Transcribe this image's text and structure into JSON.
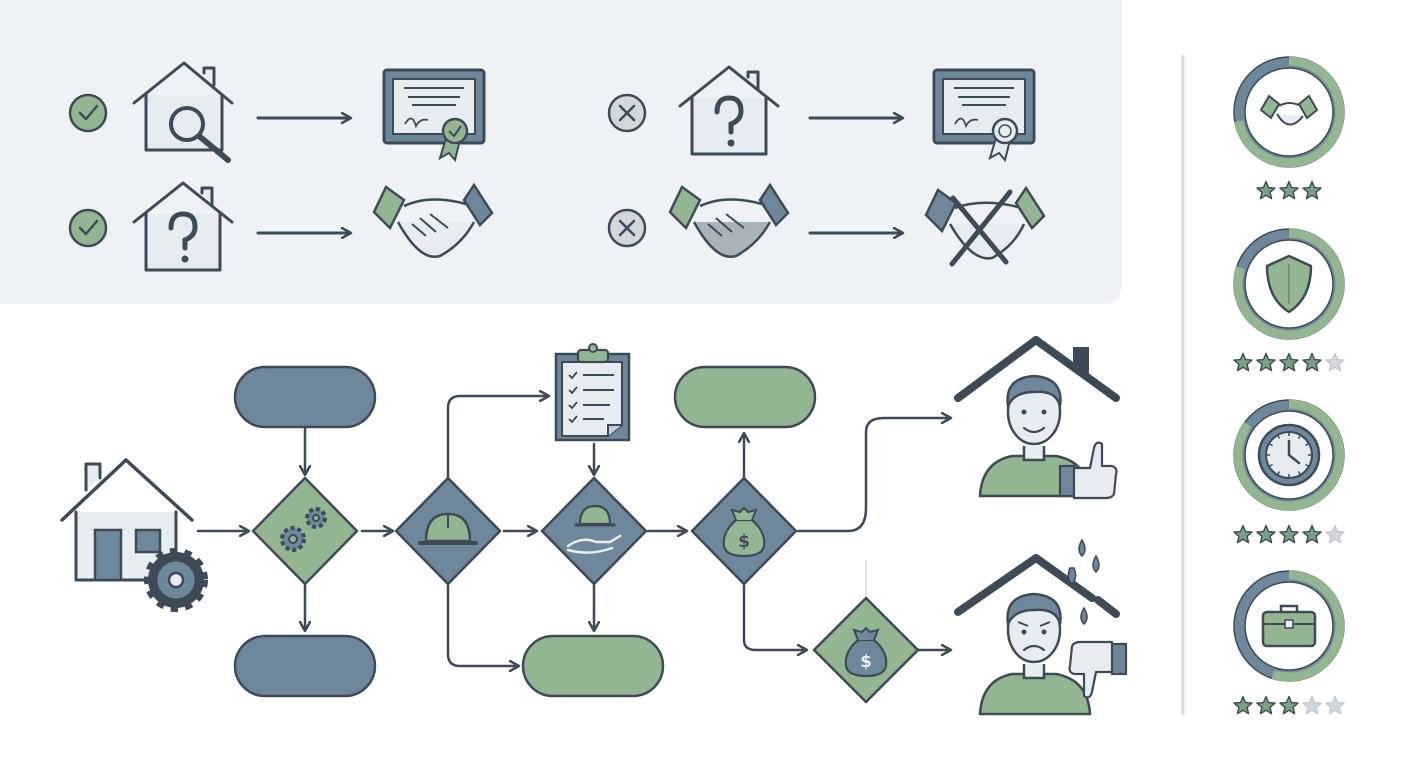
{
  "colors": {
    "ink": "#3f4a57",
    "slate": "#6f879b",
    "sage": "#94b592",
    "pale": "#e7ecf1",
    "panel": "#eff2f5",
    "star_on": "#7aa184",
    "star_off": "#d3d8dd"
  },
  "comparison": {
    "rows": [
      {
        "status": "check",
        "icon": "house-magnifier-icon",
        "result": "certificate-approved-icon"
      },
      {
        "status": "check",
        "icon": "house-question-icon",
        "result": "handshake-green-icon"
      },
      {
        "status": "cross",
        "icon": "house-question-icon",
        "result": "certificate-icon"
      },
      {
        "status": "cross",
        "icon": "handshake-grey-icon",
        "result": "broken-handshake-icon"
      }
    ]
  },
  "flow": {
    "nodes": [
      {
        "id": "start",
        "icon": "house-gear-icon"
      },
      {
        "id": "d1",
        "icon": "gears-icon",
        "fill": "sage"
      },
      {
        "id": "d2",
        "icon": "hard-hat-icon",
        "fill": "slate"
      },
      {
        "id": "d3",
        "icon": "hand-hard-hat-icon",
        "fill": "slate"
      },
      {
        "id": "d4",
        "icon": "money-bag-icon",
        "fill": "slate"
      },
      {
        "id": "d5",
        "icon": "money-bag-icon",
        "fill": "sage"
      },
      {
        "id": "clipboard",
        "icon": "checklist-clipboard-icon"
      },
      {
        "id": "happy",
        "icon": "happy-homeowner-thumbs-up-icon"
      },
      {
        "id": "sad",
        "icon": "sad-homeowner-leaking-roof-icon"
      }
    ]
  },
  "ratings": [
    {
      "icon": "handshake-icon",
      "ring_level": 0.72,
      "stars": 3,
      "max": 3
    },
    {
      "icon": "shield-icon",
      "ring_level": 0.8,
      "stars": 4,
      "max": 5
    },
    {
      "icon": "clock-icon",
      "ring_level": 0.85,
      "stars": 4,
      "max": 5
    },
    {
      "icon": "toolbox-icon",
      "ring_level": 0.55,
      "stars": 3,
      "max": 5
    }
  ]
}
